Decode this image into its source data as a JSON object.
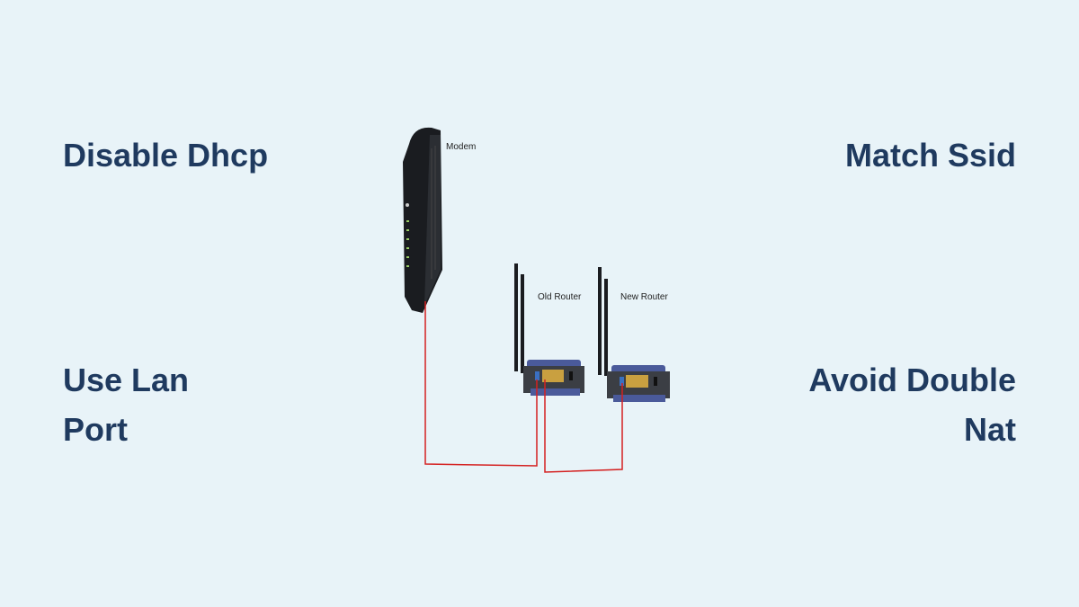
{
  "labels": {
    "top_left": "Disable Dhcp",
    "top_right": "Match Ssid",
    "bottom_left_line1": "Use Lan",
    "bottom_left_line2": "Port",
    "bottom_right_line1": "Avoid Double",
    "bottom_right_line2": "Nat"
  },
  "diagram": {
    "modem_label": "Modem",
    "old_router_label": "Old Router",
    "new_router_label": "New Router"
  },
  "colors": {
    "background": "#e8f3f8",
    "text": "#1f3a5f",
    "cable": "#d42020"
  }
}
